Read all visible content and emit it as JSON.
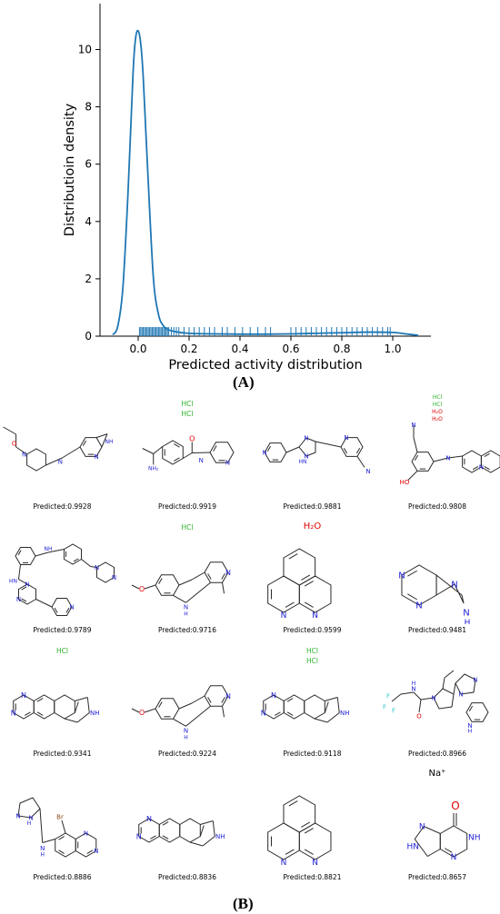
{
  "chart_data": {
    "type": "line",
    "subtype": "kde-with-rugplot",
    "xlabel": "Predicted activity distribution",
    "ylabel": "Distributioin density",
    "xlim": [
      -0.15,
      1.15
    ],
    "ylim": [
      0,
      11.6
    ],
    "xticks": [
      "0.0",
      "0.2",
      "0.4",
      "0.6",
      "0.8",
      "1.0"
    ],
    "yticks": [
      "0",
      "2",
      "4",
      "6",
      "8",
      "10"
    ],
    "line_color": "#1f77b4",
    "series": [
      {
        "x": [
          -0.1,
          -0.08,
          -0.06,
          -0.04,
          -0.02,
          -0.01,
          0.0,
          0.01,
          0.02,
          0.04,
          0.06,
          0.08,
          0.1,
          0.12,
          0.15,
          0.2,
          0.3,
          0.4,
          0.5,
          0.6,
          0.7,
          0.8,
          0.9,
          1.0,
          1.05,
          1.1
        ],
        "y": [
          0.05,
          0.35,
          1.7,
          5.0,
          9.2,
          10.4,
          10.65,
          10.2,
          9.0,
          5.3,
          2.0,
          0.75,
          0.35,
          0.22,
          0.15,
          0.1,
          0.08,
          0.07,
          0.07,
          0.08,
          0.1,
          0.12,
          0.14,
          0.13,
          0.08,
          0.03
        ]
      }
    ],
    "rug": [
      0.005,
      0.01,
      0.015,
      0.02,
      0.025,
      0.03,
      0.035,
      0.04,
      0.045,
      0.05,
      0.055,
      0.06,
      0.065,
      0.07,
      0.075,
      0.08,
      0.085,
      0.09,
      0.095,
      0.1,
      0.105,
      0.11,
      0.115,
      0.12,
      0.13,
      0.14,
      0.15,
      0.16,
      0.18,
      0.2,
      0.22,
      0.24,
      0.26,
      0.28,
      0.3,
      0.33,
      0.35,
      0.38,
      0.41,
      0.44,
      0.47,
      0.5,
      0.52,
      0.6,
      0.62,
      0.64,
      0.66,
      0.68,
      0.7,
      0.72,
      0.74,
      0.76,
      0.78,
      0.8,
      0.82,
      0.84,
      0.86,
      0.88,
      0.9,
      0.92,
      0.94,
      0.96,
      0.98,
      0.99
    ]
  },
  "figure": {
    "label_a": "(A)",
    "label_b": "(B)"
  },
  "molecules": [
    {
      "caption": "Predicted:0.9928",
      "salts": [],
      "kind": "tofacitinib"
    },
    {
      "caption": "Predicted:0.9919",
      "salts": [
        "HCl",
        "HCl"
      ],
      "kind": "y27632"
    },
    {
      "caption": "Predicted:0.9881",
      "salts": [],
      "kind": "triazole"
    },
    {
      "caption": "Predicted:0.9808",
      "salts": [
        "HCl",
        "HCl",
        "H2O",
        "H2O"
      ],
      "kind": "amodiaquine"
    },
    {
      "caption": "Predicted:0.9789",
      "salts": [],
      "kind": "imatinib"
    },
    {
      "caption": "Predicted:0.9716",
      "salts": [
        "HCl"
      ],
      "kind": "harmine"
    },
    {
      "caption": "Predicted:0.9599",
      "salts": [
        "H2O"
      ],
      "kind": "phenanthroline"
    },
    {
      "caption": "Predicted:0.9481",
      "salts": [],
      "kind": "purine"
    },
    {
      "caption": "Predicted:0.9341",
      "salts": [
        "HCl"
      ],
      "kind": "varenicline"
    },
    {
      "caption": "Predicted:0.9224",
      "salts": [],
      "kind": "harmine"
    },
    {
      "caption": "Predicted:0.9118",
      "salts": [
        "HCl",
        "HCl"
      ],
      "kind": "varenicline"
    },
    {
      "caption": "Predicted:0.8966",
      "salts": [],
      "kind": "upadacitinib"
    },
    {
      "caption": "Predicted:0.8886",
      "salts": [],
      "kind": "brimonidine"
    },
    {
      "caption": "Predicted:0.8836",
      "salts": [],
      "kind": "varenicline"
    },
    {
      "caption": "Predicted:0.8821",
      "salts": [],
      "kind": "phenanthroline"
    },
    {
      "caption": "Predicted:0.8657",
      "salts": [
        "Na+"
      ],
      "kind": "allopurinol"
    }
  ]
}
